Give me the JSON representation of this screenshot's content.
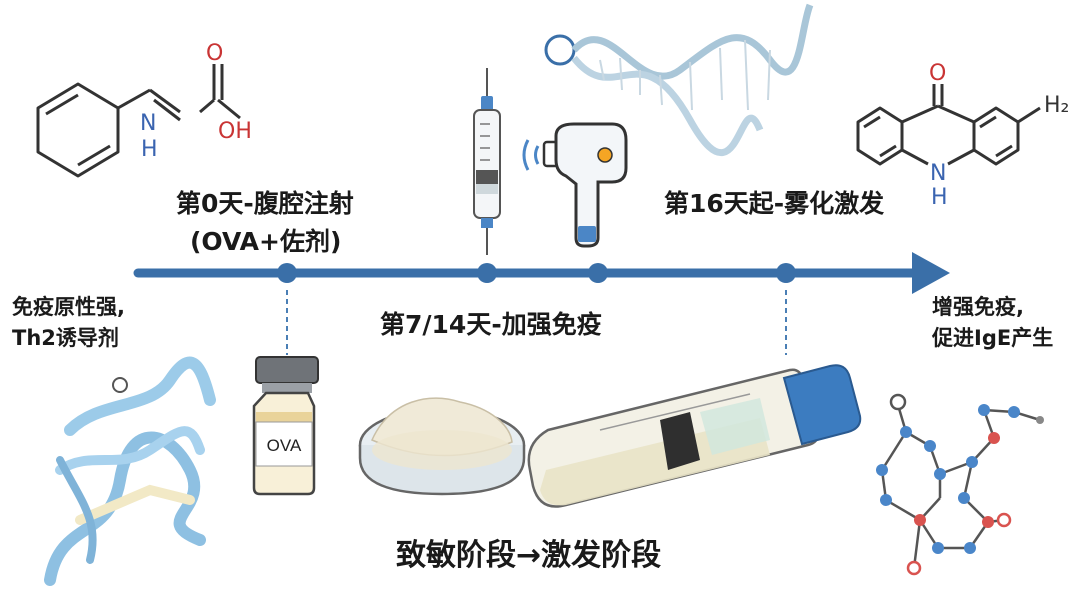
{
  "labels": {
    "day0": "第0天-腹腔注射",
    "day0_sub": "(OVA+佐剂)",
    "day7_14": "第7/14天-加强免疫",
    "day16": "第16天起-雾化激发",
    "left_line1": "免疫原性强,",
    "left_line2": "Th2诱导剂",
    "right_line1": "增强免疫,",
    "right_line2": "促进IgE产生",
    "bottom": "致敏阶段→激发阶段",
    "vial": "OVA"
  },
  "chem_labels": {
    "n": "N",
    "h": "H",
    "o": "O",
    "oh": "OH",
    "nh_n": "N",
    "nh_h": "H",
    "o_top": "O",
    "h2": "H₂"
  },
  "colors": {
    "timeline": "#3a6fa8",
    "line_dark": "#3b3b3b",
    "dashed": "#4a7fb5",
    "dna": "#a9c6d8",
    "protein": "#8ec0e2",
    "atom_blue": "#4a86c9",
    "atom_red": "#d9534f"
  }
}
